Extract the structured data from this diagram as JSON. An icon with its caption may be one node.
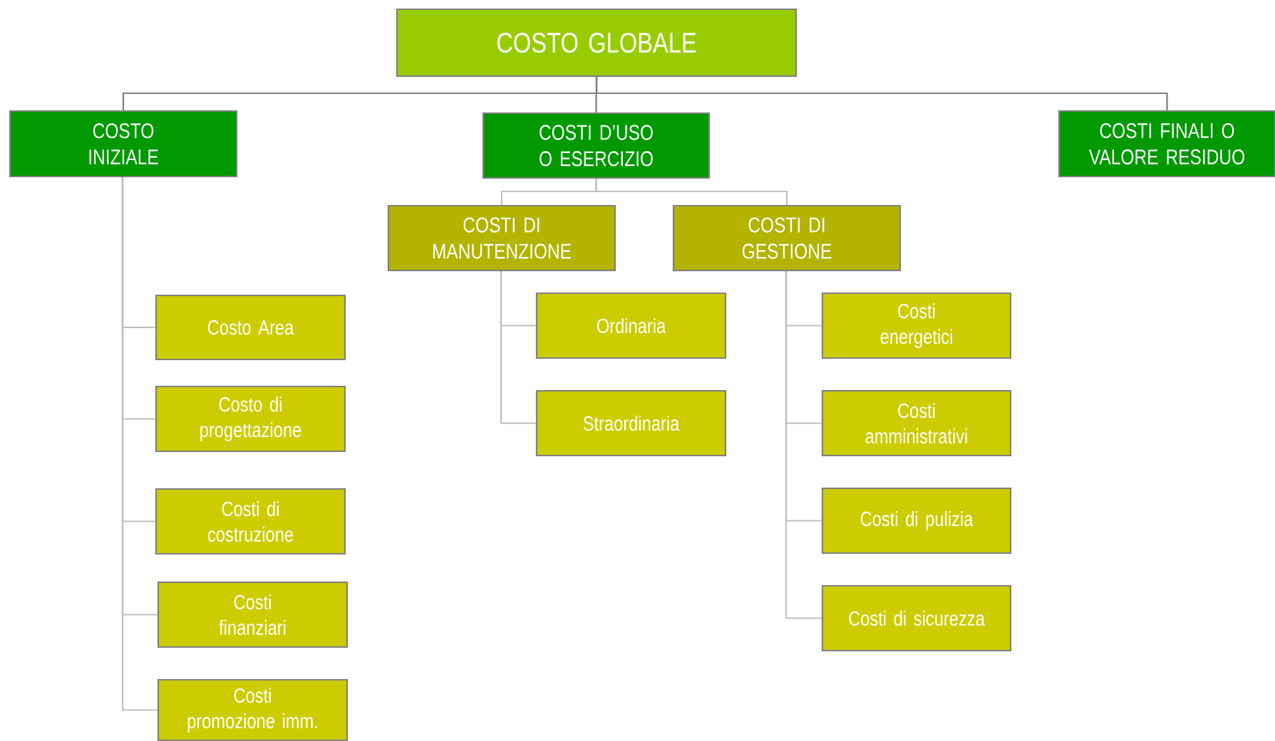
{
  "diagram": {
    "nodes": [
      {
        "text": [
          "COSTO GLOBALE"
        ]
      },
      {
        "text": [
          "COSTO INIZIALE"
        ]
      },
      {
        "text": [
          "COSTI D’USO O ESERCIZIO"
        ]
      },
      {
        "text": [
          "COSTI FINALI O VALORE RESIDUO"
        ]
      },
      {
        "text": [
          "COSTI DI MANUTENZIONE"
        ]
      },
      {
        "text": [
          "COSTI DI GESTIONE"
        ]
      },
      {
        "text": [
          "Costo Area"
        ]
      },
      {
        "text": [
          "Costo di progettazione"
        ]
      },
      {
        "text": [
          "Costi di costruzione"
        ]
      },
      {
        "text": [
          "Costi finanziari"
        ]
      },
      {
        "text": [
          "Costi promozione imm."
        ]
      },
      {
        "text": [
          "Ordinaria"
        ]
      },
      {
        "text": [
          "Straordinaria"
        ]
      },
      {
        "text": [
          "Costi energetici"
        ]
      },
      {
        "text": [
          "Costi amministrativi"
        ]
      },
      {
        "text": [
          "Costi di pulizia"
        ]
      },
      {
        "text": [
          "Costi di sicurezza"
        ]
      }
    ],
    "edges": [
      {
        "from": 0,
        "to": 1,
        "arrow": "none",
        "color": "#7f7f7f"
      },
      {
        "from": 0,
        "to": 2,
        "arrow": "none",
        "color": "#7f7f7f"
      },
      {
        "from": 0,
        "to": 3,
        "arrow": "none",
        "color": "#7f7f7f"
      },
      {
        "from": 1,
        "to": 6,
        "arrow": "none"
      },
      {
        "from": 1,
        "to": 7,
        "arrow": "none"
      },
      {
        "from": 1,
        "to": 8,
        "arrow": "none"
      },
      {
        "from": 1,
        "to": 9,
        "arrow": "none"
      },
      {
        "from": 1,
        "to": 10,
        "arrow": "none"
      },
      {
        "from": 2,
        "to": 4,
        "arrow": "none"
      },
      {
        "from": 2,
        "to": 5,
        "arrow": "none"
      },
      {
        "from": 4,
        "to": 11,
        "arrow": "none"
      },
      {
        "from": 4,
        "to": 12,
        "arrow": "none"
      },
      {
        "from": 5,
        "to": 13,
        "arrow": "none"
      },
      {
        "from": 5,
        "to": 14,
        "arrow": "none"
      },
      {
        "from": 5,
        "to": 15,
        "arrow": "none"
      },
      {
        "from": 5,
        "to": 16,
        "arrow": "none"
      }
    ]
  }
}
